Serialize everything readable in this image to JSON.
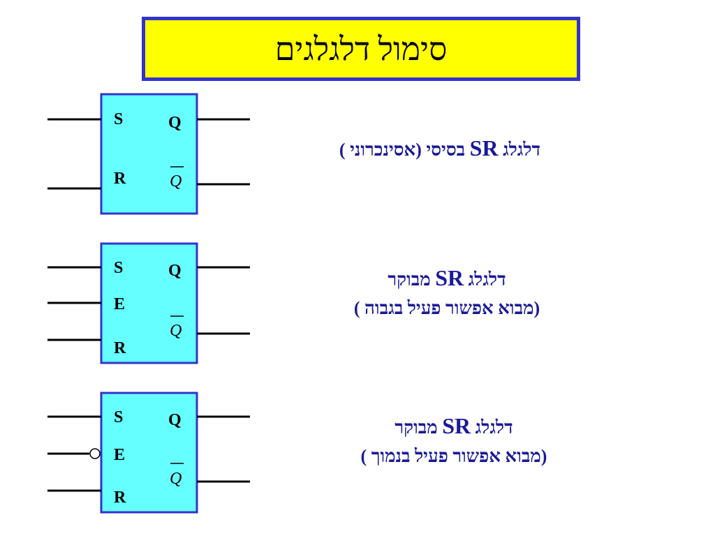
{
  "title": "סימול דלגלגים",
  "colors": {
    "title_bg": "#ffff00",
    "title_border": "#3333cc",
    "box_fill": "#66ffff",
    "box_stroke": "#3333cc",
    "caption": "#1a1a99"
  },
  "flipflops": [
    {
      "label_s": "S",
      "label_r": "R",
      "label_q": "Q",
      "label_qbar": "Q",
      "caption_prefix": "דלגלג ",
      "caption_type": "SR",
      "caption_suffix": " בסיסי (אסינכרוני )"
    },
    {
      "label_s": "S",
      "label_e": "E",
      "label_r": "R",
      "label_q": "Q",
      "label_qbar": "Q",
      "caption_prefix": "דלגלג ",
      "caption_type": "SR",
      "caption_suffix": " מבוקר",
      "caption_line2": "(מבוא אפשור פעיל בגבוה )"
    },
    {
      "label_s": "S",
      "label_e": "E",
      "label_r": "R",
      "label_q": "Q",
      "label_qbar": "Q",
      "caption_prefix": "דלגלג ",
      "caption_type": "SR",
      "caption_suffix": " מבוקר",
      "caption_line2": "(מבוא אפשור פעיל בנמוך )"
    }
  ]
}
